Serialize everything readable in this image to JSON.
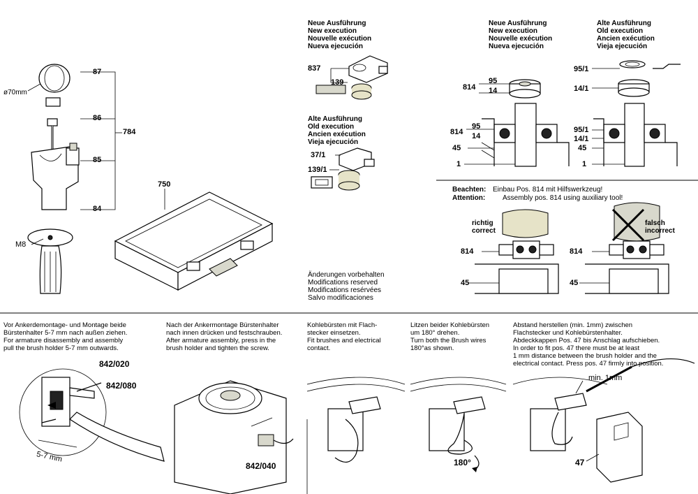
{
  "parts": {
    "p87": "87",
    "p86": "86",
    "p85": "85",
    "p84": "84",
    "p784": "784",
    "p750": "750",
    "m8": "M8",
    "dia70": "ø70mm",
    "p837": "837",
    "p139": "139",
    "p37_1": "37/1",
    "p139_1": "139/1",
    "p814": "814",
    "p95": "95",
    "p14": "14",
    "p45": "45",
    "p1": "1",
    "p95_1": "95/1",
    "p14_1": "14/1",
    "p842_020": "842/020",
    "p842_080": "842/080",
    "p842_040": "842/040",
    "p47": "47",
    "dim_57": "5-7 mm",
    "min1mm": "min. 1mm",
    "deg180": "180°"
  },
  "headings": {
    "new_exec": "Neue Ausführung\nNew execution\nNouvelle exécution\nNueva ejecución",
    "old_exec": "Alte Ausführung\nOld execution\nAncien exécution\nVieja ejecución",
    "new_exec_2": "Neue Ausführung\nNew execution\nNouvelle exécution\nNueva ejecución",
    "old_exec_2": "Alte Ausführung\nOld execution\nAncien exécution\nVieja ejecución"
  },
  "notes": {
    "beachten": "Beachten:",
    "beachten_text": "Einbau Pos. 814 mit Hilfswerkzeug!",
    "attention": "Attention:",
    "attention_text": "Assembly pos. 814 using auxiliary tool!",
    "correct": "richtig\ncorrect",
    "incorrect": "falsch\nincorrect",
    "modifications": "Änderungen vorbehalten\nModifications reserved\nModifications resérvées\nSalvo modificaciones"
  },
  "instructions": {
    "step1": "Vor Ankerdemontage- und Montage beide\nBürstenhalter 5-7 mm nach außen ziehen.\nFor armature disassembly and assembly\npull the brush holder 5-7 mm outwards.",
    "step2": "Nach der Ankermontage Bürstenhalter\nnach innen drücken und festschrauben.\nAfter armature assembly, press in the\nbrush holder and tighten the screw.",
    "step3": "Kohlebürsten mit Flach-\nstecker einsetzen.\nFit brushes and electrical\ncontact.",
    "step4": "Litzen beider Kohlebürsten\num 180° drehen.\nTurn both the Brush wires\n180°as shown.",
    "step5": "Abstand herstellen (min. 1mm) zwischen\nFlachstecker und Kohlebürstenhalter.\nAbdeckkappen Pos. 47 bis Anschlag aufschieben.\nIn order to fit pos. 47 there must be at least\n1 mm distance between the brush holder and the\nelectrical contact. Press pos. 47 firmly into position."
  }
}
